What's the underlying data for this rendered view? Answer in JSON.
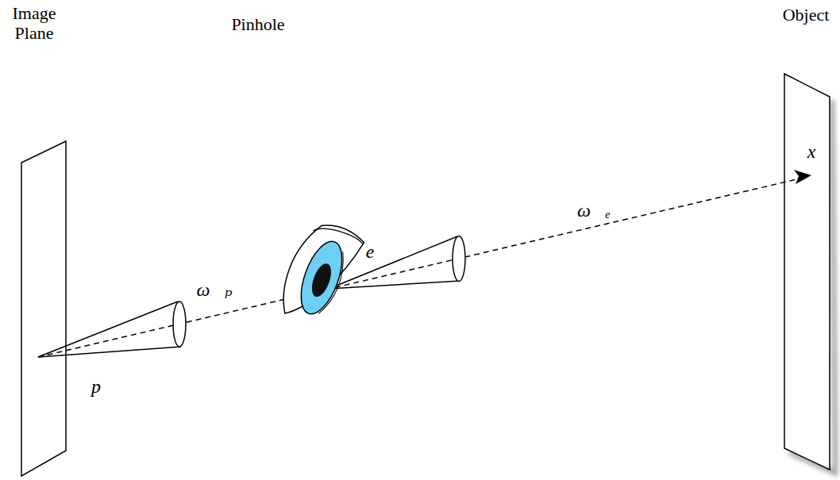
{
  "diagram": {
    "labels": [
      "Image Plane",
      "Pinhole",
      "Object",
      "x",
      "ω⃗ₑ",
      "e",
      "ω⃗ₚ",
      "p"
    ]
  }
}
